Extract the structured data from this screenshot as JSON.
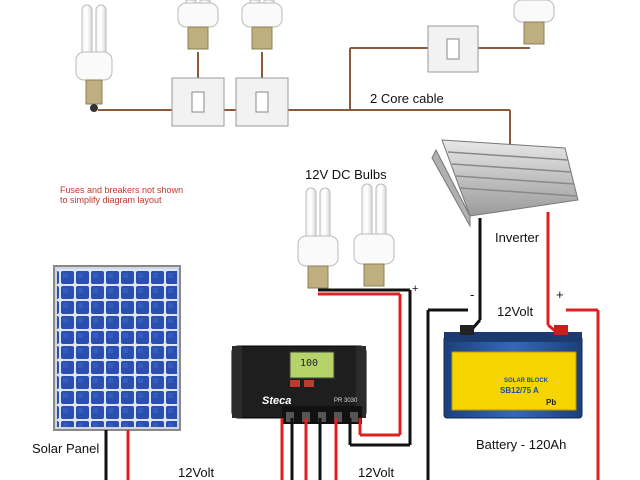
{
  "labels": {
    "cable": "2 Core cable",
    "note_line1": "Fuses and breakers not shown",
    "note_line2": "to simplify diagram layout",
    "dc_bulbs": "12V DC Bulbs",
    "inverter": "Inverter",
    "inverter_neg": "-",
    "inverter_pos": "+",
    "battery_voltage": "12Volt",
    "battery": "Battery - 120Ah",
    "solar_panel": "Solar Panel",
    "panel_voltage": "12Volt",
    "load_voltage": "12Volt",
    "bulb_neg": "-",
    "bulb_pos": "+"
  },
  "controller": {
    "brand": "Steca",
    "model": "PR 3030",
    "display": "100"
  },
  "battery_label": {
    "line1": "SOLAR BLOCK",
    "line2": "SB12/75 A",
    "symbol": "Pb"
  },
  "colors": {
    "positive_wire": "#e02020",
    "negative_wire": "#111111",
    "ac_wire": "#8a5a3a",
    "panel_cell": "#2a4fb0",
    "battery_top": "#2a5aa8",
    "battery_label": "#f5d400",
    "label_note": "#c0392b"
  }
}
